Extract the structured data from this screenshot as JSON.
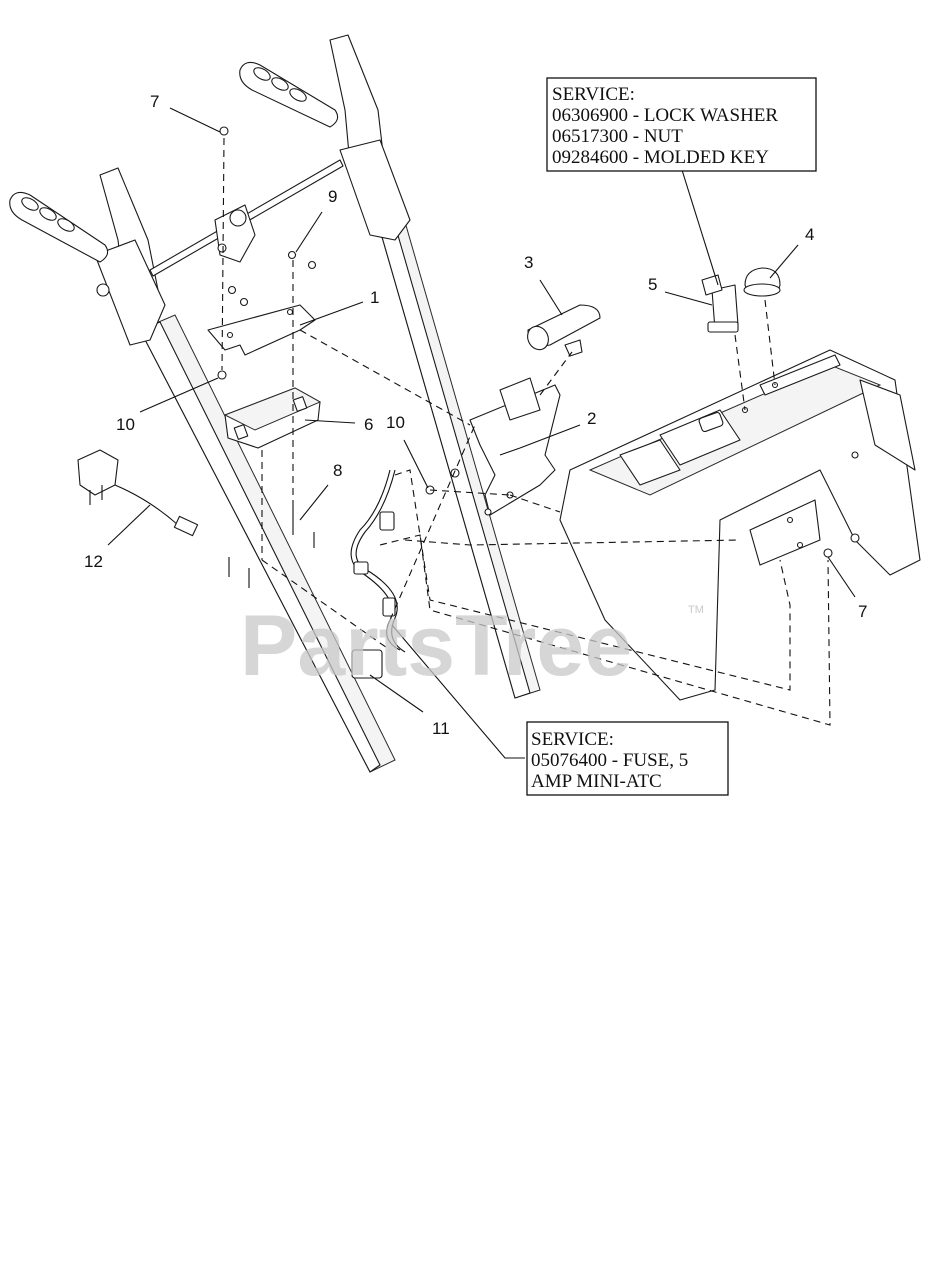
{
  "watermark": {
    "text": "PartsTree",
    "trademark": "TM"
  },
  "callouts": {
    "c1": "1",
    "c2": "2",
    "c3": "3",
    "c4": "4",
    "c5": "5",
    "c6": "6",
    "c7a": "7",
    "c7b": "7",
    "c8": "8",
    "c9": "9",
    "c10a": "10",
    "c10b": "10",
    "c11": "11",
    "c12": "12"
  },
  "service_boxes": {
    "key_switch": {
      "lines": [
        "SERVICE:",
        "06306900 - LOCK WASHER",
        "06517300 - NUT",
        "09284600 - MOLDED KEY"
      ]
    },
    "harness": {
      "lines": [
        "SERVICE:",
        "05076400 - FUSE, 5",
        "AMP MINI-ATC"
      ]
    }
  }
}
